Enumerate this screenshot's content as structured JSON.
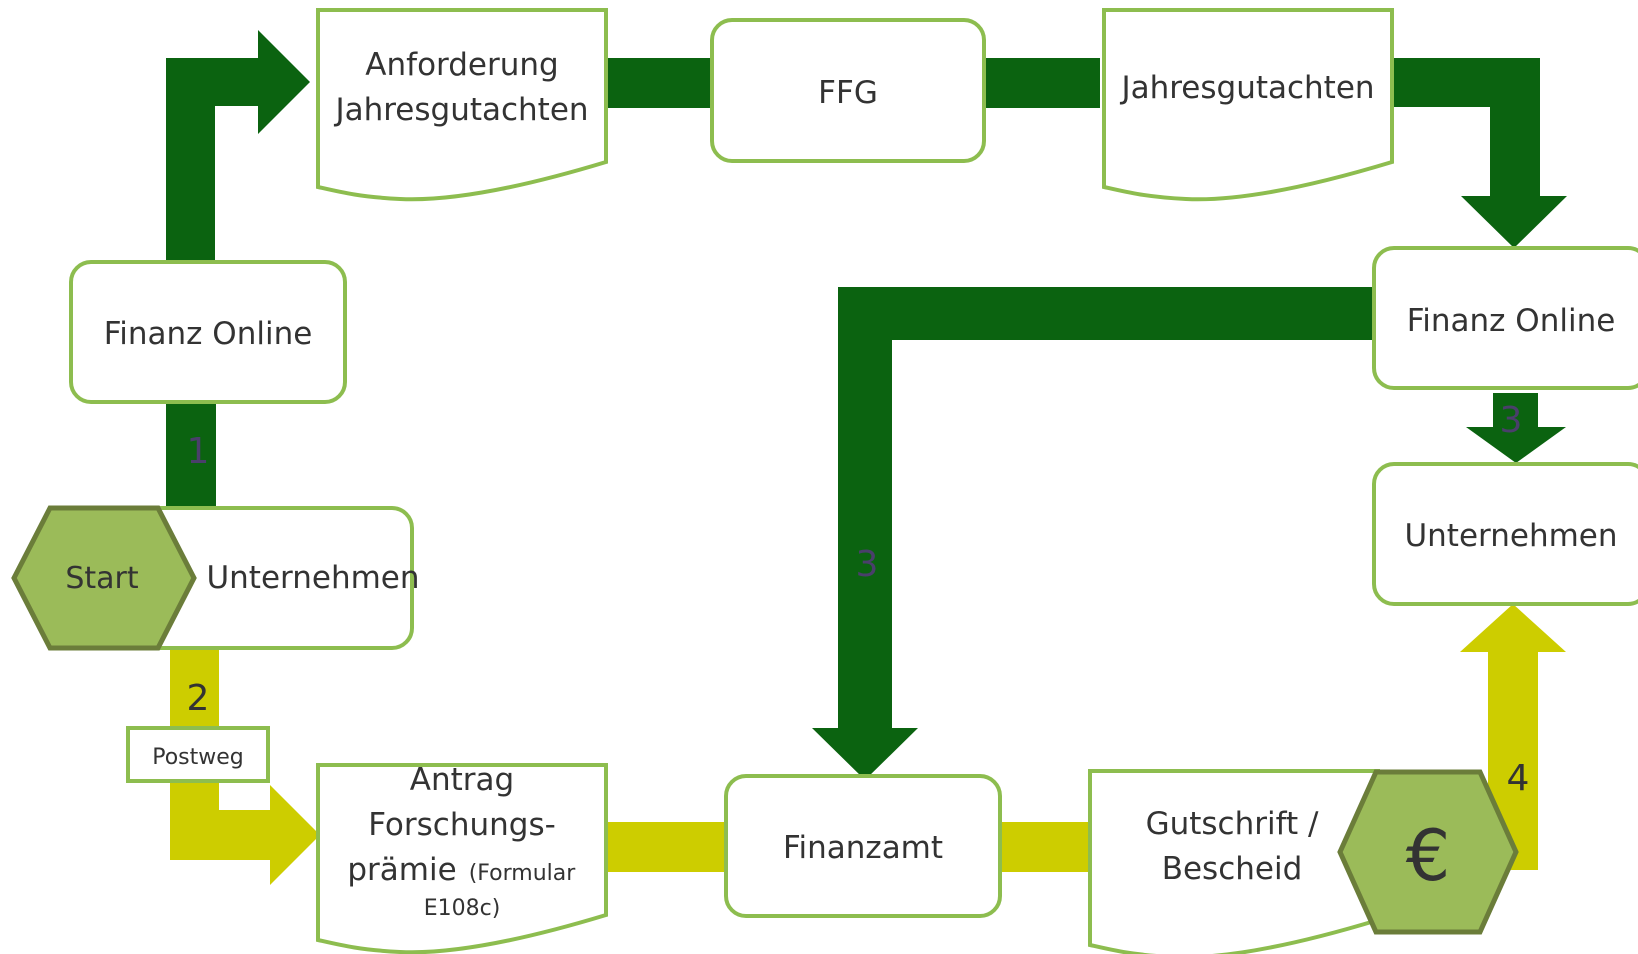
{
  "colors": {
    "dark_green": "#0b6310",
    "yellow_green": "#cdcd00",
    "box_border": "#8dbd4f",
    "hex_fill": "#9bbb59",
    "hex_border": "#6b7d3a",
    "text": "#333333",
    "step_label_muted": "#4a3f6b"
  },
  "nodes": {
    "start": "Start",
    "unternehmen_start": "Unternehmen",
    "finanz_online_left": "Finanz Online",
    "anforderung_line1": "Anforderung",
    "anforderung_line2": "Jahresgutachten",
    "ffg": "FFG",
    "jahresgutachten": "Jahresgutachten",
    "finanz_online_right": "Finanz Online",
    "unternehmen_end": "Unternehmen",
    "antrag_line1": "Antrag",
    "antrag_line2": "Forschungs-",
    "antrag_line3": "prämie",
    "antrag_note1": "(Formular",
    "antrag_note2": "E108c)",
    "finanzamt": "Finanzamt",
    "gutschrift_line1": "Gutschrift /",
    "gutschrift_line2": "Bescheid",
    "euro": "€",
    "postweg": "Postweg"
  },
  "step_labels": {
    "step1": "1",
    "step2": "2",
    "step3_vertical": "3",
    "step3_right": "3",
    "step4": "4"
  }
}
